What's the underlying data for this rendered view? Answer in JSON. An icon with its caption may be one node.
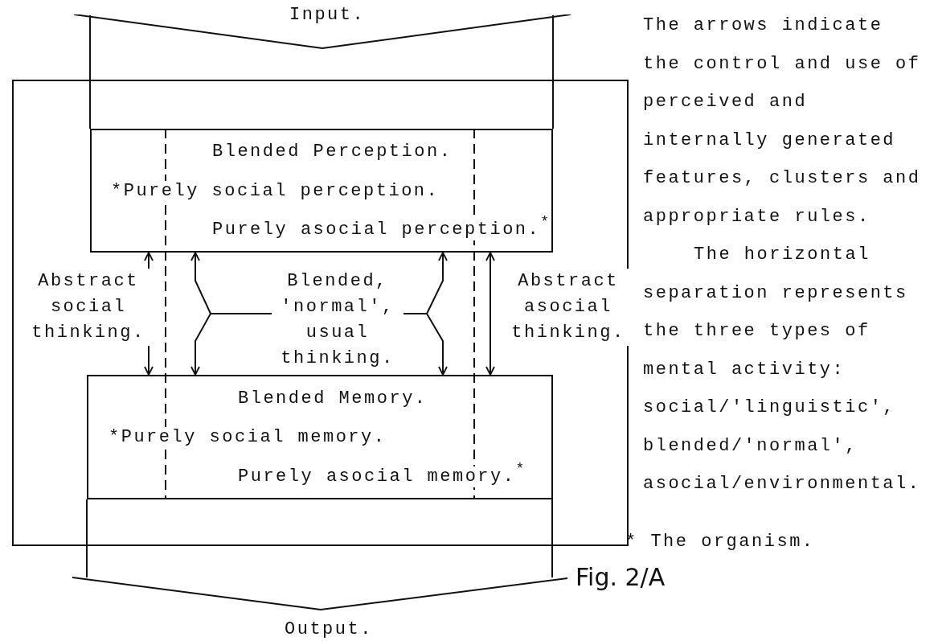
{
  "diagram": {
    "caption": "Fig. 2/A",
    "nodes": [
      {
        "text": [],
        "shape": "box",
        "beside": [
          "* The organism."
        ]
      },
      {
        "text": [
          "Input."
        ]
      },
      {
        "text": [
          "Blended Perception.",
          "*Purely social perception.",
          "Purely asocial perception.$^{*}$"
        ],
        "in": 0
      },
      {
        "text": [
          "Blended Memory.",
          "*Purely social memory.",
          "Purely asocial memory.$^{*}$"
        ],
        "in": 0
      },
      {
        "text": [
          "Output."
        ]
      }
    ],
    "edges": [
      {
        "from": 2,
        "to": 3,
        "arrow": "both",
        "label": "Abstract social thinking."
      },
      {
        "from": 2,
        "to": 3,
        "arrow": "both",
        "label": "Blended, 'normal', usual thinking."
      },
      {
        "from": 2,
        "to": 3,
        "arrow": "both"
      },
      {
        "from": 2,
        "to": 3,
        "arrow": "both",
        "label": "Abstract asocial thinking."
      }
    ],
    "labels": [
      "The arrows indicate the control and use of perceived and internally generated features, clusters and appropriate rules.",
      "The horizontal separation represents the three types of mental activity: social/'linguistic', blended/'normal', asocial/environmental."
    ]
  }
}
